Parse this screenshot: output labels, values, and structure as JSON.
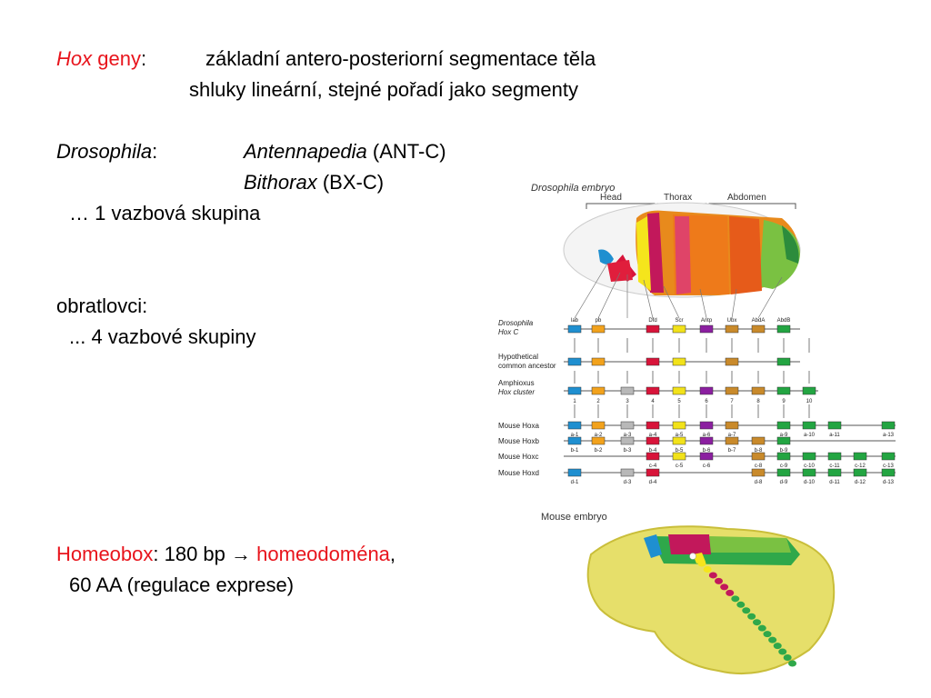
{
  "slide": {
    "line1": {
      "hox": "Hox",
      "geny": " geny",
      "colon": ":",
      "text": "základní antero-posteriorní segmentace těla"
    },
    "line2": "shluky lineární, stejné pořadí jako segmenty",
    "drosophila": {
      "label": "Drosophila",
      "colon": ":",
      "ant_name": "Antennapedia",
      "ant_code": " (ANT-C)",
      "bx_name": "Bithorax",
      "bx_code": " (BX-C)"
    },
    "linkage1": "… 1 vazbová skupina",
    "vertebrates": "obratlovci:",
    "linkage4": "... 4 vazbové skupiny",
    "homeobox": {
      "term": "Homeobox",
      "mid": ": 180 bp ",
      "arrow": "→",
      "domain": " homeodoména",
      "comma": ",",
      "line2": "60 AA (regulace exprese)"
    }
  },
  "figure": {
    "drosophila_title": "Drosophila embryo",
    "segments": [
      "Head",
      "Thorax",
      "Abdomen"
    ],
    "rows": [
      {
        "label": "Drosophila",
        "label2": "Hox C"
      },
      {
        "label": "Hypothetical",
        "label2": "common ancestor"
      },
      {
        "label": "Amphioxus",
        "label2": "Hox cluster"
      },
      {
        "label": "Mouse Hoxa",
        "label2": ""
      },
      {
        "label": "Mouse Hoxb",
        "label2": ""
      },
      {
        "label": "Mouse Hoxc",
        "label2": ""
      },
      {
        "label": "Mouse Hoxd",
        "label2": ""
      }
    ],
    "fly_genes": [
      "lab",
      "pb",
      "Dfd",
      "Scr",
      "Antp",
      "Ubx",
      "AbdA",
      "AbdB"
    ],
    "amphioxus_numbers": [
      "1",
      "2",
      "3",
      "4",
      "5",
      "6",
      "7",
      "8",
      "9",
      "10"
    ],
    "hoxa": [
      "a-1",
      "a-2",
      "a-3",
      "a-4",
      "a-5",
      "a-6",
      "a-7",
      "a-9",
      "a-10",
      "a-11",
      "a-13"
    ],
    "hoxb": [
      "b-1",
      "b-2",
      "b-3",
      "b-4",
      "b-5",
      "b-6",
      "b-7",
      "b-8",
      "b-9"
    ],
    "hoxc": [
      "c-4",
      "c-5",
      "c-6",
      "c-8",
      "c-9",
      "c-10",
      "c-11",
      "c-12",
      "c-13"
    ],
    "hoxd": [
      "d-1",
      "d-3",
      "d-4",
      "d-8",
      "d-9",
      "d-10",
      "d-11",
      "d-12",
      "d-13"
    ],
    "mouse_title": "Mouse embryo"
  },
  "colors": {
    "red_text": "#e8141c",
    "blue": "#1f8fd0",
    "orange": "#f2a21c",
    "grey": "#b8b8b8",
    "red": "#d8143a",
    "yellow": "#f2e21a",
    "purple": "#8b1fa0",
    "tan": "#c98a2b",
    "green": "#23a542"
  }
}
